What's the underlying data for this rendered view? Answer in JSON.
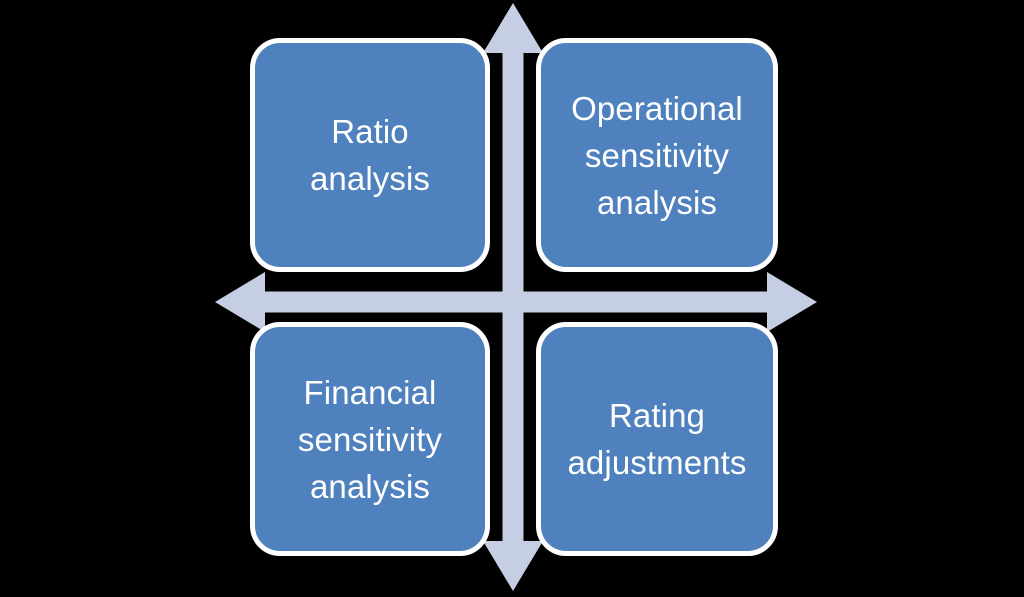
{
  "diagram": {
    "type": "quadrant-matrix",
    "background_color": "#000000",
    "box_fill_color": "#4E81BD",
    "box_border_color": "#FFFFFF",
    "box_text_color": "#FFFFFF",
    "arrow_color": "#C6CEE3",
    "axes": {
      "vertical_arrow": "double-headed-vertical-arrow",
      "horizontal_arrow": "double-headed-horizontal-arrow"
    },
    "quadrants": [
      {
        "position": "top-left",
        "label": "Ratio\nanalysis",
        "lines": [
          "Ratio",
          "analysis"
        ]
      },
      {
        "position": "top-right",
        "label": "Operational\nsensitivity\nanalysis",
        "lines": [
          "Operational",
          "sensitivity",
          "analysis"
        ]
      },
      {
        "position": "bottom-left",
        "label": "Financial\nsensitivity\nanalysis",
        "lines": [
          "Financial",
          "sensitivity",
          "analysis"
        ]
      },
      {
        "position": "bottom-right",
        "label": "Rating\nadjustments",
        "lines": [
          "Rating",
          "adjustments"
        ]
      }
    ]
  }
}
